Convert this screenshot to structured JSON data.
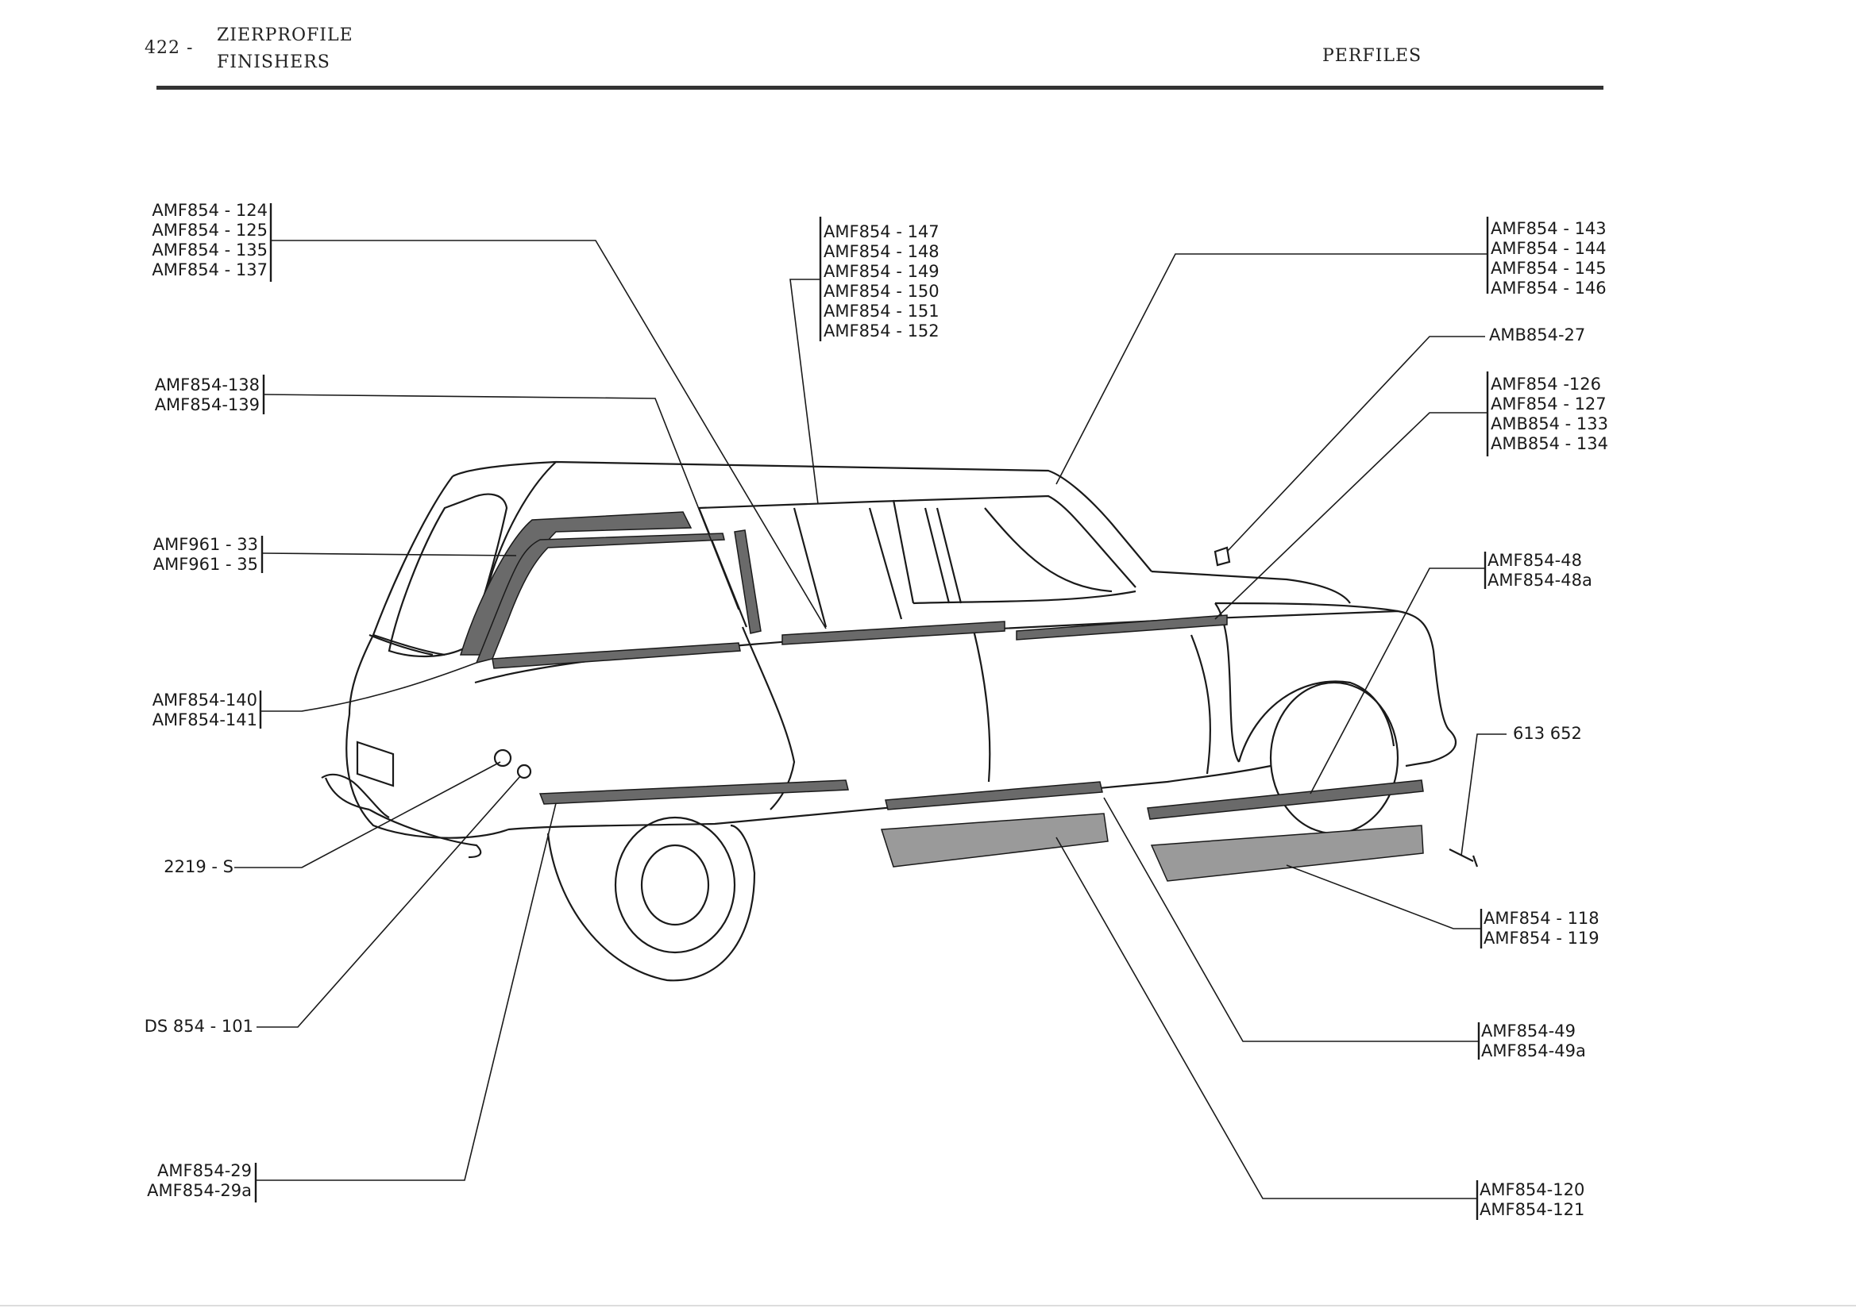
{
  "header": {
    "page_number": "422 -",
    "title_de": "ZIERPROFILE",
    "title_en": "FINISHERS",
    "title_es": "PERFILES"
  },
  "labels": {
    "group_roof_front": [
      "AMF854 - 124",
      "AMF854 - 125",
      "AMF854 - 135",
      "AMF854 - 137"
    ],
    "group_window_lower": [
      "AMF854-138",
      "AMF854-139"
    ],
    "group_window_frame": [
      "AMF961 - 33",
      "AMF961 - 35"
    ],
    "group_belt": [
      "AMF854-140",
      "AMF854-141"
    ],
    "nut": "2219 - S",
    "washer": "DS 854 - 101",
    "group_front_sill": [
      "AMF854-29",
      "AMF854-29a"
    ],
    "group_center": [
      "AMF854 - 147",
      "AMF854 - 148",
      "AMF854 - 149",
      "AMF854 - 150",
      "AMF854 - 151",
      "AMF854 - 152"
    ],
    "group_roof_rear": [
      "AMF854 - 143",
      "AMF854 - 144",
      "AMF854 - 145",
      "AMF854 - 146"
    ],
    "clip": "AMB854-27",
    "group_rear_window": [
      "AMF854 -126",
      "AMF854 - 127",
      "AMB854 - 133",
      "AMB854 - 134"
    ],
    "group_rear_sill": [
      "AMF854-48",
      "AMF854-48a"
    ],
    "screw": "613 652",
    "group_rear_step": [
      "AMF854 - 118",
      "AMF854 - 119"
    ],
    "group_center_sill": [
      "AMF854-49",
      "AMF854-49a"
    ],
    "group_front_step": [
      "AMF854-120",
      "AMF854-121"
    ]
  }
}
